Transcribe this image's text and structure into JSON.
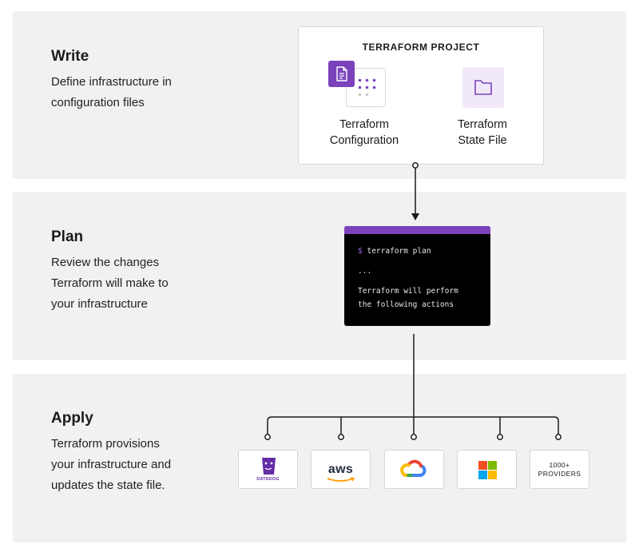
{
  "stages": {
    "write": {
      "title": "Write",
      "desc_lines": [
        "Define infrastructure in",
        "configuration files"
      ]
    },
    "plan": {
      "title": "Plan",
      "desc_lines": [
        "Review the changes",
        "Terraform will make to",
        "your infrastructure"
      ]
    },
    "apply": {
      "title": "Apply",
      "desc_lines": [
        "Terraform provisions",
        "your infrastructure and",
        "updates the state file."
      ]
    }
  },
  "project": {
    "title": "TERRAFORM PROJECT",
    "config": {
      "lines": [
        "Terraform",
        "Configuration"
      ],
      "icon": "document-icon"
    },
    "state": {
      "lines": [
        "Terraform",
        "State File"
      ],
      "icon": "folder-icon"
    }
  },
  "terminal": {
    "prompt": "$",
    "command": "terraform plan",
    "ellipsis": "...",
    "output_lines": [
      "Terraform will perform",
      "the following actions"
    ]
  },
  "providers": {
    "datadog": {
      "logo_text": "DATADOG"
    },
    "aws": {
      "logo_text": "aws"
    },
    "gcp": {
      "icon": "google-cloud-icon"
    },
    "microsoft": {
      "icon": "microsoft-icon"
    },
    "more": {
      "lines": [
        "1000+",
        "PROVIDERS"
      ]
    }
  },
  "colors": {
    "accent": "#7b42bc",
    "band": "#f1f1f1",
    "terminal_bg": "#000000"
  }
}
